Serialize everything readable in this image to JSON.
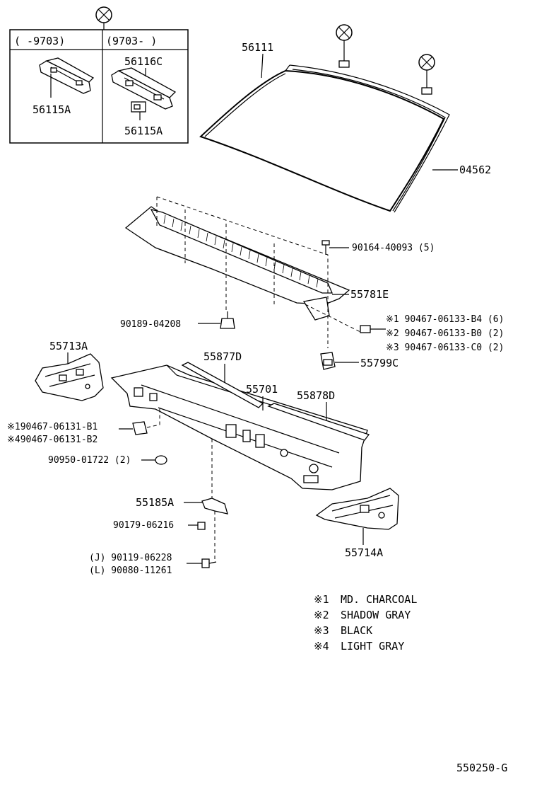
{
  "diagram_code": "550250-G",
  "inset": {
    "col_left": "(    -9703)",
    "col_right": "(9703-    )",
    "left_part": "56115A",
    "right_top_part": "56116C",
    "right_bottom_part": "56115A"
  },
  "parts": {
    "windshield": "56111",
    "molding": "04562",
    "screw_top": "90164-40093 (5)",
    "cowl_louver": "55781E",
    "clip_left": "90189-04208",
    "clip_right": "55799C",
    "fastener_1": "※1 90467-06133-B4 (6)",
    "fastener_2": "※2 90467-06133-B0 (2)",
    "fastener_3": "※3 90467-06133-C0 (2)",
    "bracket_left": "55713A",
    "seal_left": "55877D",
    "cowl_panel": "55701",
    "seal_right": "55878D",
    "clip_a": "※190467-06131-B1",
    "clip_b": "※490467-06131-B2",
    "plug": "90950-01722 (2)",
    "brace": "55185A",
    "nut": "90179-06216",
    "bolt_j": "(J) 90119-06228",
    "bolt_l": "(L) 90080-11261",
    "bracket_right": "55714A"
  },
  "legend": [
    {
      "mark": "※1",
      "text": "MD. CHARCOAL"
    },
    {
      "mark": "※2",
      "text": "SHADOW GRAY"
    },
    {
      "mark": "※3",
      "text": "BLACK"
    },
    {
      "mark": "※4",
      "text": "LIGHT GRAY"
    }
  ]
}
